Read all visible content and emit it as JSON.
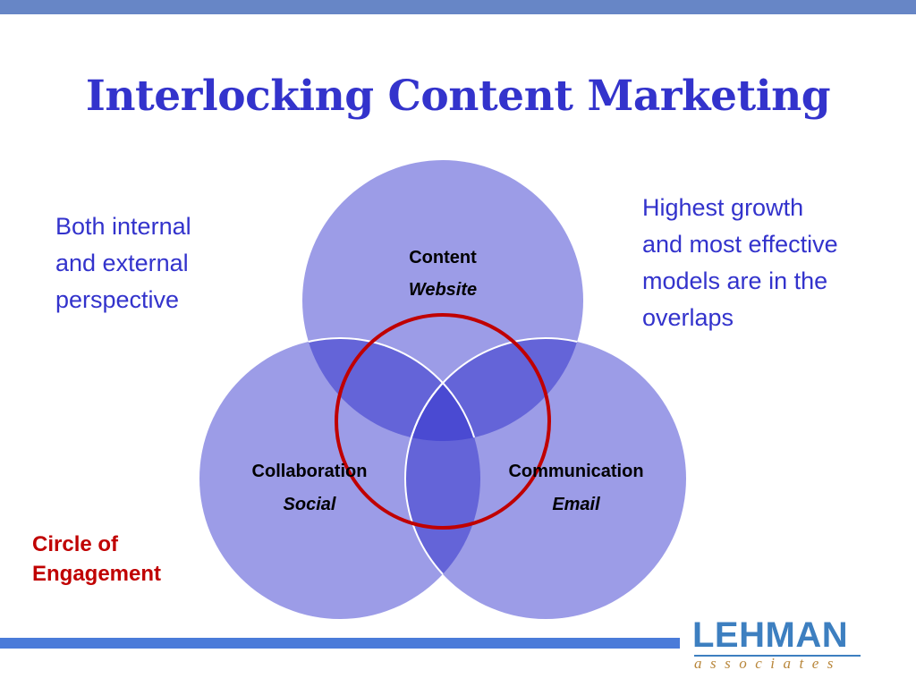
{
  "title": "Interlocking Content Marketing",
  "left_note": [
    "Both internal",
    "and external",
    "perspective"
  ],
  "right_note": [
    "Highest growth",
    "and most effective",
    "models are in the",
    "overlaps"
  ],
  "circle_label": [
    "Circle of",
    "Engagement"
  ],
  "venn": {
    "top": {
      "label": "Content",
      "sublabel": "Website"
    },
    "left": {
      "label": "Collaboration",
      "sublabel": "Social"
    },
    "right": {
      "label": "Communication",
      "sublabel": "Email"
    }
  },
  "logo": {
    "name": "LEHMAN",
    "sub": "associates"
  },
  "colors": {
    "circle_fill": "#9c9ce7",
    "overlap_fill": "#6464d8",
    "center_fill": "#4a4ad2",
    "title": "#3333cc",
    "highlight_ring": "#c00000",
    "top_bar": "#6786c6",
    "bottom_bar": "#4a7bd9",
    "logo_blue": "#3d7fc0",
    "logo_gold": "#b8863a"
  }
}
